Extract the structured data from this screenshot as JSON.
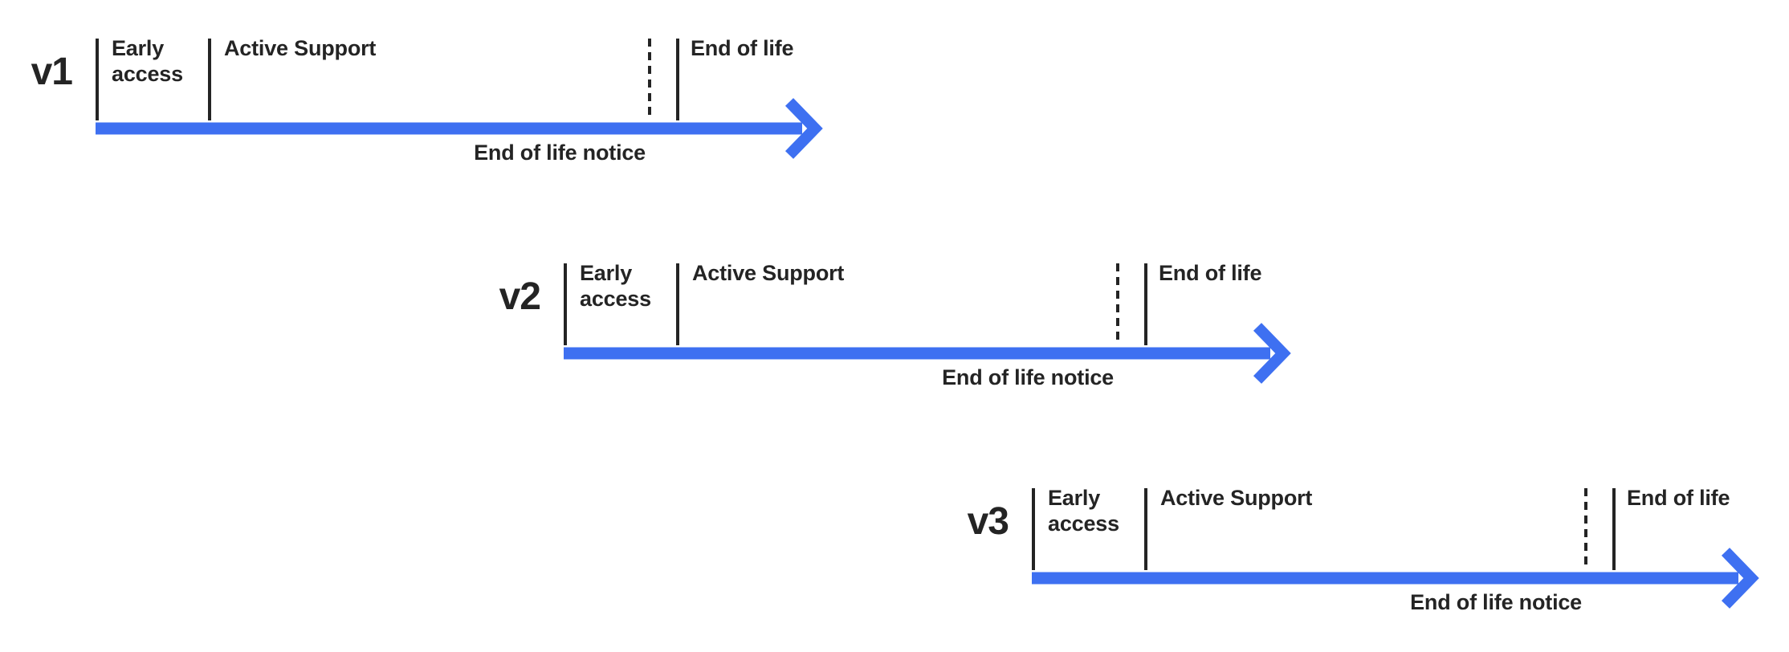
{
  "diagram": {
    "title": "release-lifecycle-timelines"
  },
  "colors": {
    "arrow": "#3E70F1",
    "ink": "#242424",
    "background": "#FFFFFF"
  },
  "icons": {
    "arrow": "arrow-right-icon"
  },
  "timelines": [
    {
      "version": "v1",
      "early_access": "Early access",
      "active_support": "Active Support",
      "end_of_life": "End of life",
      "end_of_life_notice": "End of life notice"
    },
    {
      "version": "v2",
      "early_access": "Early access",
      "active_support": "Active Support",
      "end_of_life": "End of life",
      "end_of_life_notice": "End of life notice"
    },
    {
      "version": "v3",
      "early_access": "Early access",
      "active_support": "Active Support",
      "end_of_life": "End of life",
      "end_of_life_notice": "End of life notice"
    }
  ]
}
